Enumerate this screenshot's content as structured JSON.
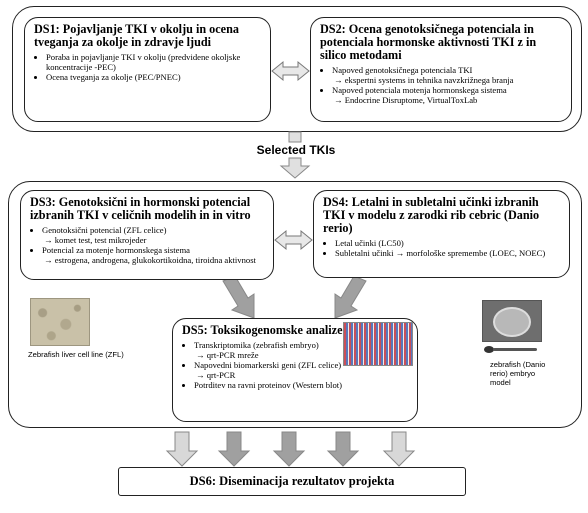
{
  "ds1": {
    "title": "DS1: Pojavljanje TKI v okolju in ocena tveganja za okolje in zdravje ljudi",
    "items": [
      "Poraba in pojavljanje TKI v okolju (predvidene okoljske koncentracije -PEC)",
      "Ocena tveganja za okolje (PEC/PNEC)"
    ]
  },
  "ds2": {
    "title": "DS2: Ocena genotoksičnega potenciala in potenciala hormonske aktivnosti TKI z in silico metodami",
    "item1": "Napoved genotoksičnega potenciala TKI",
    "item1_sub": "→ ekspertni systems in tehnika navzkrižnega branja",
    "item2": "Napoved potenciala motenja hormonskega sistema",
    "item2_sub": "→ Endocrine Disruptome, VirtualToxLab"
  },
  "connector": {
    "label": "Selected TKIs"
  },
  "ds3": {
    "title": "DS3: Genotoksični in hormonski potencial izbranih TKI v celičnih modelih in in vitro",
    "item1": "Genotoksični potencial (ZFL celice)",
    "item1_sub": "→ komet test, test mikrojeder",
    "item2": "Potencial za motenje hormonskega sistema",
    "item2_sub": "→ estrogena, androgena, glukokortikoidna, tiroidna aktivnost"
  },
  "ds4": {
    "title": "DS4: Letalni in subletalni učinki izbranih TKI v modelu z zarodki rib cebric (Danio rerio)",
    "item1": "Letal učinki (LC50)",
    "item2": "Subletalni učinki → morfološke spremembe (LOEC, NOEC)"
  },
  "ds5": {
    "title": "DS5: Toksikogenomske analize",
    "item1": "Transkriptomika (zebrafish embryo)",
    "item1_sub": "→ qrt-PCR mreže",
    "item2": "Napovedni biomarkerski geni (ZFL celice)",
    "item2_sub": "→ qrt-PCR",
    "item3": "Potrditev na ravni proteinov (Western blot)"
  },
  "captions": {
    "liver_cells": "Zebrafish liver cell line (ZFL)",
    "embryo": "zebrafish (Danio rerio) embryo model"
  },
  "ds6": {
    "title": "DS6: Diseminacija rezultatov projekta"
  },
  "colors": {
    "arrow_gray": "#9a9a9a",
    "arrow_light": "#d4d4d4",
    "heatmap_red": "#c0303a",
    "heatmap_blue": "#3a5fb0"
  }
}
